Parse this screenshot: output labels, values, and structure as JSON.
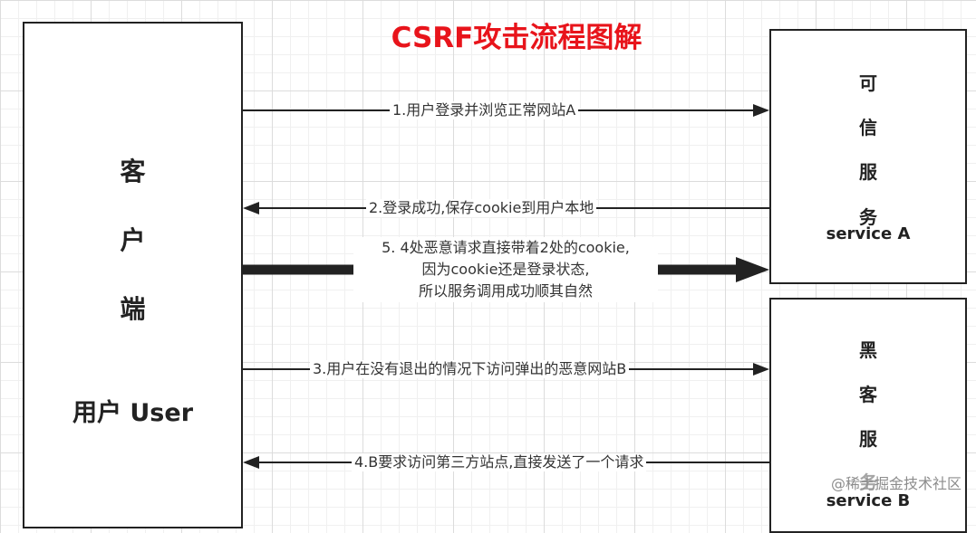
{
  "title": "CSRF攻击流程图解",
  "client": {
    "chars": [
      "客",
      "户",
      "端"
    ],
    "user_label": "用户 User"
  },
  "service_a": {
    "chars": [
      "可",
      "信",
      "服",
      "务"
    ],
    "label": "service A"
  },
  "service_b": {
    "chars": [
      "黑",
      "客",
      "服",
      "务"
    ],
    "label": "service B"
  },
  "arrows": {
    "step1": "1.用户登录并浏览正常网站A",
    "step2": "2.登录成功,保存cookie到用户本地",
    "step5": [
      "5. 4处恶意请求直接带着2处的cookie,",
      "因为cookie还是登录状态,",
      "所以服务调用成功顺其自然"
    ],
    "step3": "3.用户在没有退出的情况下访问弹出的恶意网站B",
    "step4": "4.B要求访问第三方站点,直接发送了一个请求"
  },
  "watermark": "@稀土掘金技术社区"
}
